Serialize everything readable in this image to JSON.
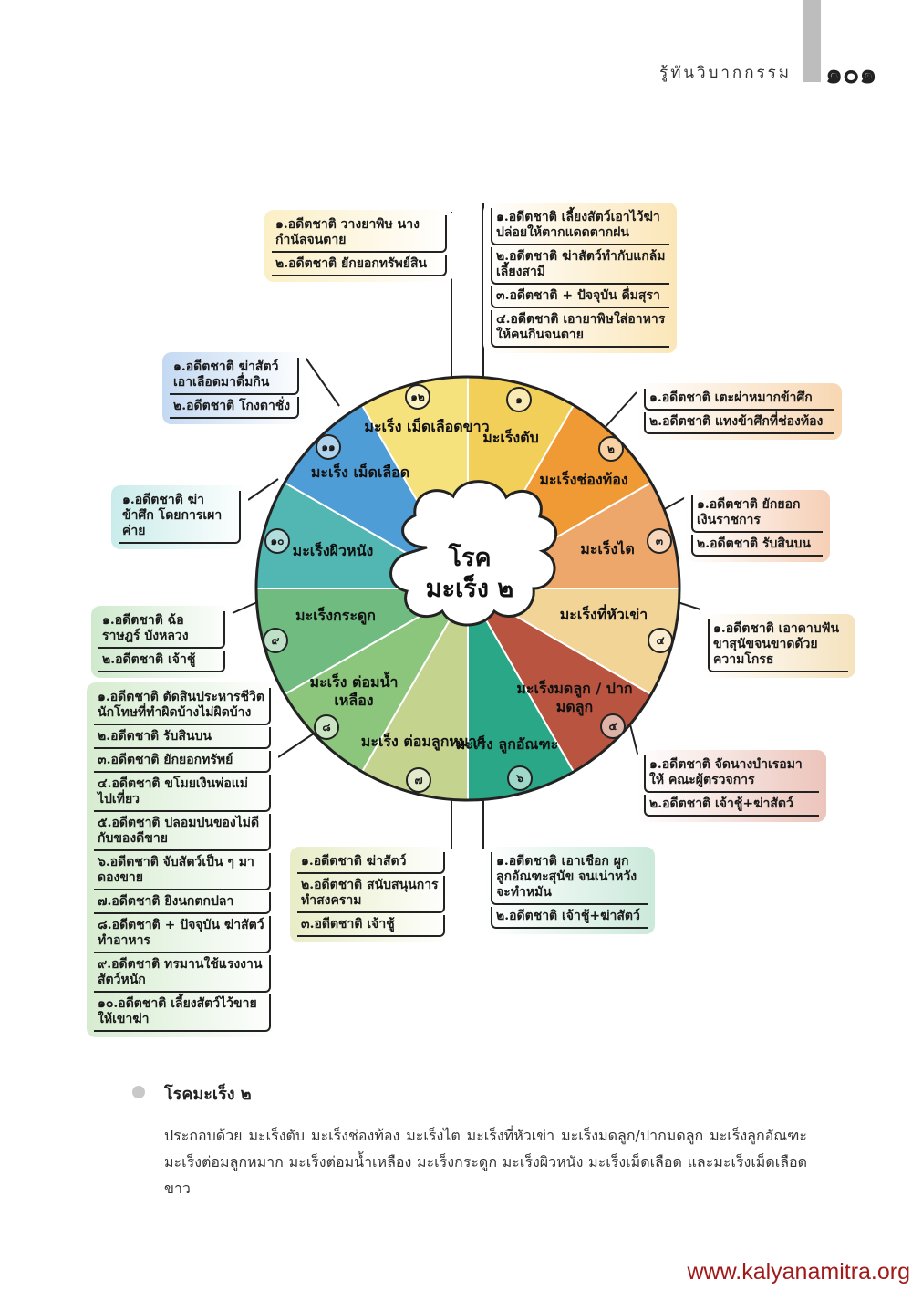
{
  "header": {
    "running_title": "รู้ทันวิบากกรรม",
    "page_number": "๑๐๑"
  },
  "diagram": {
    "center": {
      "line1": "โรค",
      "line2": "มะเร็ง ๒"
    },
    "segments": [
      {
        "num": "๑",
        "label": "มะเร็งตับ",
        "color": "#f2cf58"
      },
      {
        "num": "๒",
        "label": "มะเร็งช่องท้อง",
        "color": "#ef9a35"
      },
      {
        "num": "๓",
        "label": "มะเร็งไต",
        "color": "#eea76a"
      },
      {
        "num": "๔",
        "label": "มะเร็งที่หัวเข่า",
        "color": "#f1d496"
      },
      {
        "num": "๕",
        "label": "มะเร็งมดลูก / ปากมดลูก",
        "color": "#b8543f"
      },
      {
        "num": "๖",
        "label": "มะเร็ง ลูกอัณฑะ",
        "color": "#2aa787"
      },
      {
        "num": "๗",
        "label": "มะเร็ง ต่อมลูกหมาก",
        "color": "#c4d38e"
      },
      {
        "num": "๘",
        "label": "มะเร็ง ต่อมน้ำเหลือง",
        "color": "#8cc67d"
      },
      {
        "num": "๙",
        "label": "มะเร็งกระดูก",
        "color": "#6fbb80"
      },
      {
        "num": "๑๐",
        "label": "มะเร็งผิวหนัง",
        "color": "#52b7b2"
      },
      {
        "num": "๑๑",
        "label": "มะเร็ง เม็ดเลือด",
        "color": "#4f9dd6"
      },
      {
        "num": "๑๒",
        "label": "มะเร็ง เม็ดเลือดขาว",
        "color": "#f5e27c"
      }
    ],
    "causes": {
      "seg1": [
        "๑.อดีตชาติ เลี้ยงสัตว์เอาไว้ฆ่า ปล่อยให้ตากแดดตากฝน",
        "๒.อดีตชาติ ฆ่าสัตว์ทำกับแกล้ม เลี้ยงสามี",
        "๓.อดีตชาติ + ปัจจุบัน ดื่มสุรา",
        "๔.อดีตชาติ เอายาพิษใส่อาหาร ให้คนกินจนตาย"
      ],
      "seg2": [
        "๑.อดีตชาติ เตะผ่าหมากข้าศึก",
        "๒.อดีตชาติ แทงข้าศึกที่ช่องท้อง"
      ],
      "seg3": [
        "๑.อดีตชาติ ยักยอก เงินราชการ",
        "๒.อดีตชาติ รับสินบน"
      ],
      "seg4": [
        "๑.อดีตชาติ เอาดาบฟัน ขาสุนัขจนขาดด้วย ความโกรธ"
      ],
      "seg5": [
        "๑.อดีตชาติ จัดนางบำเรอมาให้ คณะผู้ตรวจการ",
        "๒.อดีตชาติ เจ้าชู้+ฆ่าสัตว์"
      ],
      "seg6": [
        "๑.อดีตชาติ เอาเชือก ผูกลูกอัณฑะสุนัข จนเน่าหวังจะทำหมัน",
        "๒.อดีตชาติ เจ้าชู้+ฆ่าสัตว์"
      ],
      "seg7": [
        "๑.อดีตชาติ ฆ่าสัตว์",
        "๒.อดีตชาติ สนับสนุนการ ทำสงคราม",
        "๓.อดีตชาติ เจ้าชู้"
      ],
      "seg8": [
        "๑.อดีตชาติ ตัดสินประหารชีวิต นักโทษที่ทำผิดบ้างไม่ผิดบ้าง",
        "๒.อดีตชาติ รับสินบน",
        "๓.อดีตชาติ ยักยอกทรัพย์",
        "๔.อดีตชาติ ขโมยเงินพ่อแม่ ไปเที่ยว",
        "๕.อดีตชาติ ปลอมปนของไม่ดี กับของดีขาย",
        "๖.อดีตชาติ จับสัตว์เป็น ๆ มา ดองขาย",
        "๗.อดีตชาติ ยิงนกตกปลา",
        "๘.อดีตชาติ + ปัจจุบัน ฆ่าสัตว์ ทำอาหาร",
        "๙.อดีตชาติ ทรมานใช้แรงงาน สัตว์หนัก",
        "๑๐.อดีตชาติ เลี้ยงสัตว์ไว้ขาย ให้เขาฆ่า"
      ],
      "seg9": [
        "๑.อดีตชาติ ฉ้อราษฎร์ บังหลวง",
        "๒.อดีตชาติ เจ้าชู้"
      ],
      "seg10": [
        "๑.อดีตชาติ ฆ่าข้าศึก โดยการเผาค่าย"
      ],
      "seg11": [
        "๑.อดีตชาติ ฆ่าสัตว์ เอาเลือดมาดื่มกิน",
        "๒.อดีตชาติ โกงตาชั่ง"
      ],
      "seg12": [
        "๑.อดีตชาติ วางยาพิษ นางกำนัลจนตาย",
        "๒.อดีตชาติ ยักยอกทรัพย์สิน"
      ]
    }
  },
  "section": {
    "title": "โรคมะเร็ง ๒",
    "body": "ประกอบด้วย มะเร็งตับ มะเร็งช่องท้อง มะเร็งไต มะเร็งที่หัวเข่า มะเร็งมดลูก/ปากมดลูก มะเร็งลูกอัณฑะ มะเร็งต่อมลูกหมาก มะเร็งต่อมน้ำเหลือง มะเร็งกระดูก มะเร็งผิวหนัง มะเร็งเม็ดเลือด และมะเร็งเม็ดเลือดขาว"
  },
  "footer": {
    "url": "www.kalyanamitra.org"
  }
}
